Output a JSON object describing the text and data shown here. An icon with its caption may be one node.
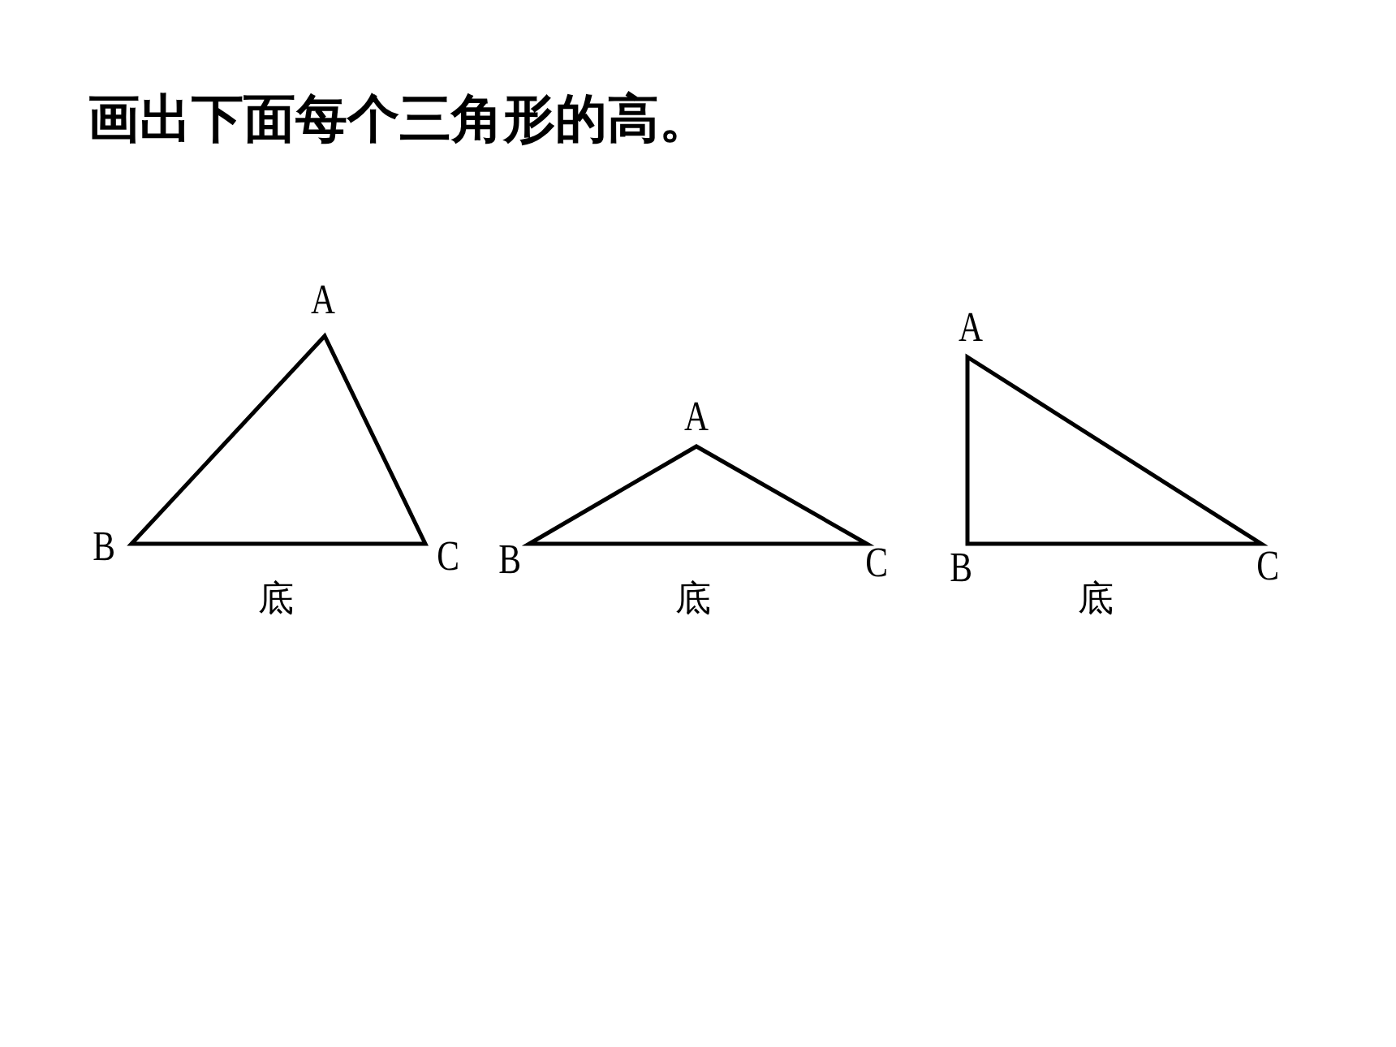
{
  "diagram": {
    "title": "画出下面每个三角形的高。",
    "labels": [
      "A",
      "B",
      "C",
      "底",
      "A",
      "B",
      "C",
      "底",
      "A",
      "B",
      "C",
      "底"
    ]
  }
}
